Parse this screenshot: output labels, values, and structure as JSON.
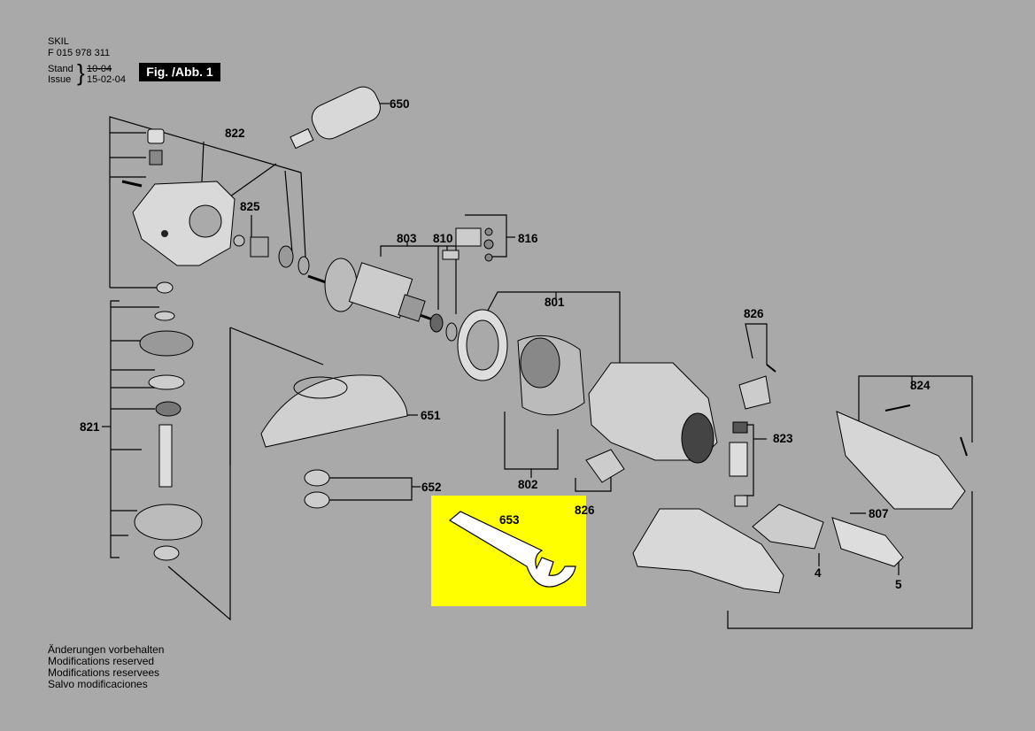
{
  "header": {
    "brand": "SKIL",
    "code": "F 015 978 311",
    "stand_label": "Stand",
    "stand_value": "10-04",
    "issue_label": "Issue",
    "issue_value": "15-02-04",
    "figure": "Fig. /Abb. 1"
  },
  "notes": [
    "Änderungen vorbehalten",
    "Modifications reserved",
    "Modifications reservees",
    "Salvo modificaciones"
  ],
  "parts": {
    "p650": "650",
    "p822": "822",
    "p825": "825",
    "p803": "803",
    "p810": "810",
    "p816": "816",
    "p801": "801",
    "p826a": "826",
    "p824": "824",
    "p821": "821",
    "p651": "651",
    "p823": "823",
    "p652": "652",
    "p802": "802",
    "p826b": "826",
    "p653": "653",
    "p807": "807",
    "p4": "4",
    "p5": "5"
  },
  "colors": {
    "background": "#a9a9a9",
    "highlight": "#ffff00",
    "part_fill": "#e6e6e6",
    "part_dark": "#2a2a2a"
  }
}
